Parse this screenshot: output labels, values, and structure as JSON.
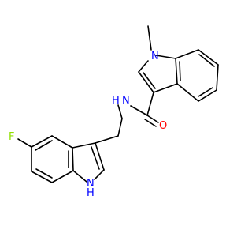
{
  "colors": {
    "background": "#ffffff",
    "bond": "#000000",
    "nitrogen": "#0000ff",
    "oxygen": "#ff0000",
    "fluorine": "#90e000"
  },
  "atoms": {
    "n_methyl_indole": "N",
    "amide_n": "N",
    "amide_h": "H",
    "amide_o": "O",
    "fluorine": "F",
    "indole_n": "N",
    "indole_h": "H"
  }
}
